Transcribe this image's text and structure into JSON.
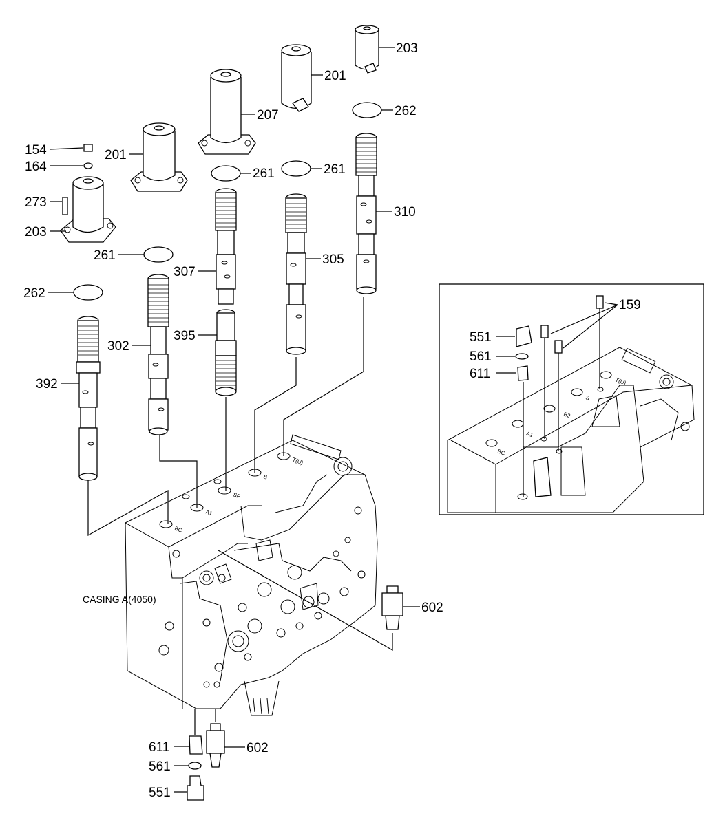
{
  "labels": {
    "154": "154",
    "164": "164",
    "273": "273",
    "203_left": "203",
    "201_left": "201",
    "207": "207",
    "201_top": "201",
    "203_top": "203",
    "262_top": "262",
    "261_mid": "261",
    "261_right": "261",
    "261_left": "261",
    "262_left": "262",
    "310": "310",
    "305": "305",
    "307": "307",
    "395": "395",
    "302": "302",
    "392": "392",
    "602_right": "602",
    "602_bottom": "602",
    "611_bottom": "611",
    "561_bottom": "561",
    "551_bottom": "551",
    "inset_159": "159",
    "inset_551": "551",
    "inset_561": "561",
    "inset_611": "611"
  },
  "casing_label": "CASING A(4050)",
  "port_marks": {
    "bc": "BC",
    "a1": "A1",
    "sp": "SP",
    "s": "S",
    "tu": "T(U)",
    "b2": "B2"
  }
}
